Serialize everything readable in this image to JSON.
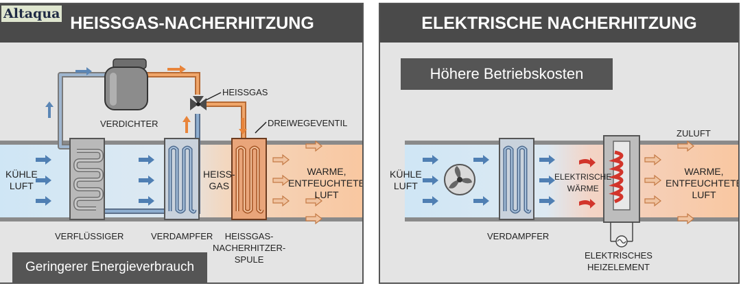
{
  "logo": {
    "text": "Altaqua"
  },
  "left": {
    "title": "HEISSGAS-NACHERHITZUNG",
    "inlet_label": "KÜHLE\nLUFT",
    "outlet_label": "WARME,\nENTFEUCHTETE\nLUFT",
    "hotgas_label": "HEISS-\nGAS",
    "compressor_label": "VERDICHTER",
    "heissgas_label": "HEISSGAS",
    "valve_label": "DREIWEGEVENTIL",
    "condenser_label": "VERFLÜSSIGER",
    "evaporator_label": "VERDAMPFER",
    "reheat_coil_label": "HEISSGAS-\nNACHERHITZER-\nSPULE",
    "note": "Geringerer Energieverbrauch"
  },
  "right": {
    "title": "ELEKTRISCHE NACHERHITZUNG",
    "note": "Höhere Betriebskosten",
    "inlet_label": "KÜHLE\nLUFT",
    "evaporator_label": "VERDAMPFER",
    "heat_label": "ELEKTRISCHE\nWÄRME",
    "supply_label": "ZULUFT",
    "outlet_label": "WARME,\nENTFEUCHTETE\nLUFT",
    "heater_label": "ELEKTRISCHES\nHEIZELEMENT"
  },
  "colors": {
    "cold_air": "#cfe6f5",
    "warm_air": "#f8c9a4",
    "cold_pipe": "#6f8fb3",
    "hot_pipe": "#e59a5e",
    "heating_coil": "#d2352b",
    "banner": "#4a4a4a"
  }
}
